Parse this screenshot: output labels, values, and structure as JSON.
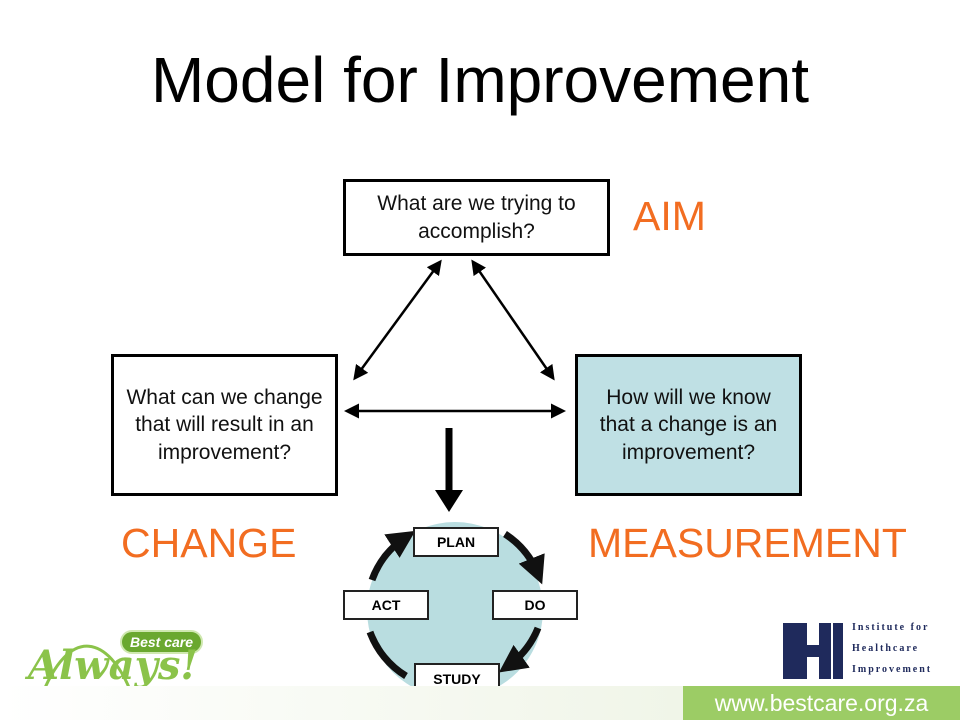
{
  "title": "Model for Improvement",
  "boxes": {
    "aim_question": "What are we trying to accomplish?",
    "change_question": "What can we change that will result in an improvement?",
    "measure_question": "How will we know that a change is an improvement?"
  },
  "labels": {
    "aim": "AIM",
    "change": "CHANGE",
    "measurement": "MEASUREMENT"
  },
  "pdsa": {
    "plan": "PLAN",
    "do": "DO",
    "study": "STUDY",
    "act": "ACT"
  },
  "logos": {
    "bestcare_badge": "Best care",
    "bestcare_script": "Always!",
    "ihi_line1": "Institute for",
    "ihi_line2": "Healthcare",
    "ihi_line3": "Improvement"
  },
  "footer": {
    "url": "www.bestcare.org.za"
  },
  "colors": {
    "accent_orange": "#f26d21",
    "measure_fill": "#bfe0e4",
    "cycle_fill": "#b9dde0",
    "footer_green": "#9ccc65",
    "ihi_blue": "#1f2a5c",
    "bestcare_green": "#8bc34a"
  }
}
